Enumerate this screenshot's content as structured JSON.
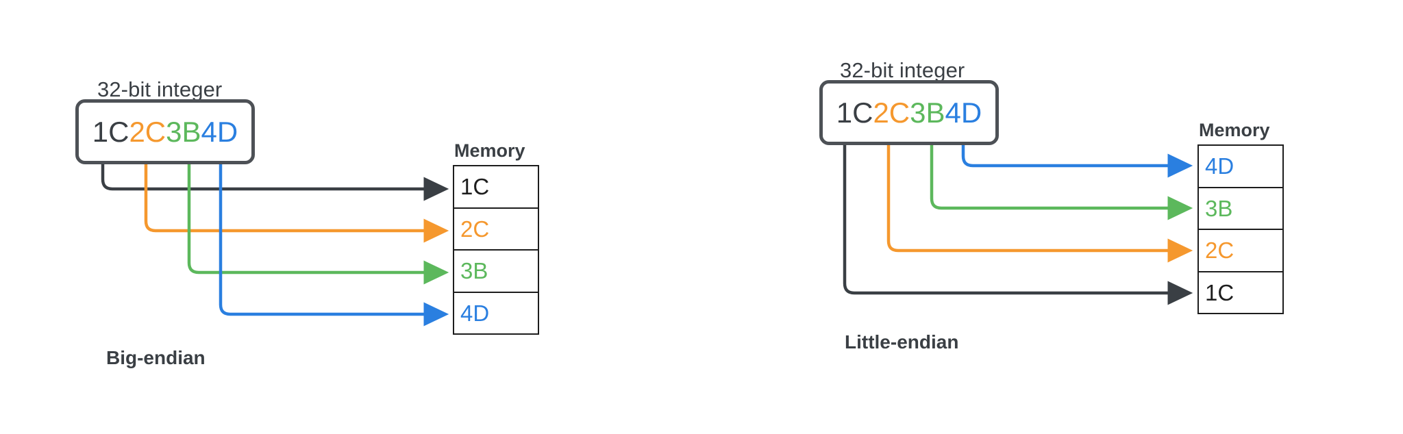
{
  "palette": {
    "byte1": "#3a3f44",
    "byte2": "#f5982e",
    "byte3": "#5cb85c",
    "byte4": "#2a7fe0",
    "box_border": "#4d5156",
    "table_border": "#1d1d1d",
    "background": "#ffffff"
  },
  "panels": [
    {
      "id": "big-endian",
      "integer_caption": "32-bit integer",
      "integer_bytes": [
        {
          "text": "1C",
          "color": "#3a3f44"
        },
        {
          "text": "2C",
          "color": "#f5982e"
        },
        {
          "text": "3B",
          "color": "#5cb85c"
        },
        {
          "text": "4D",
          "color": "#2a7fe0"
        }
      ],
      "memory_caption": "Memory",
      "memory_cells": [
        {
          "text": "1C",
          "color": "#1d1d1d"
        },
        {
          "text": "2C",
          "color": "#f5982e"
        },
        {
          "text": "3B",
          "color": "#5cb85c"
        },
        {
          "text": "4D",
          "color": "#2a7fe0"
        }
      ],
      "endian_label": "Big-endian"
    },
    {
      "id": "little-endian",
      "integer_caption": "32-bit integer",
      "integer_bytes": [
        {
          "text": "1C",
          "color": "#3a3f44"
        },
        {
          "text": "2C",
          "color": "#f5982e"
        },
        {
          "text": "3B",
          "color": "#5cb85c"
        },
        {
          "text": "4D",
          "color": "#2a7fe0"
        }
      ],
      "memory_caption": "Memory",
      "memory_cells": [
        {
          "text": "4D",
          "color": "#2a7fe0"
        },
        {
          "text": "3B",
          "color": "#5cb85c"
        },
        {
          "text": "2C",
          "color": "#f5982e"
        },
        {
          "text": "1C",
          "color": "#1d1d1d"
        }
      ],
      "endian_label": "Little-endian"
    }
  ],
  "connections": {
    "big_endian": [
      {
        "from_byte": "1C",
        "to_cell": "1C",
        "color": "#3a3f44"
      },
      {
        "from_byte": "2C",
        "to_cell": "2C",
        "color": "#f5982e"
      },
      {
        "from_byte": "3B",
        "to_cell": "3B",
        "color": "#5cb85c"
      },
      {
        "from_byte": "4D",
        "to_cell": "4D",
        "color": "#2a7fe0"
      }
    ],
    "little_endian": [
      {
        "from_byte": "1C",
        "to_cell": "1C",
        "color": "#3a3f44"
      },
      {
        "from_byte": "2C",
        "to_cell": "2C",
        "color": "#f5982e"
      },
      {
        "from_byte": "3B",
        "to_cell": "3B",
        "color": "#5cb85c"
      },
      {
        "from_byte": "4D",
        "to_cell": "4D",
        "color": "#2a7fe0"
      }
    ]
  }
}
